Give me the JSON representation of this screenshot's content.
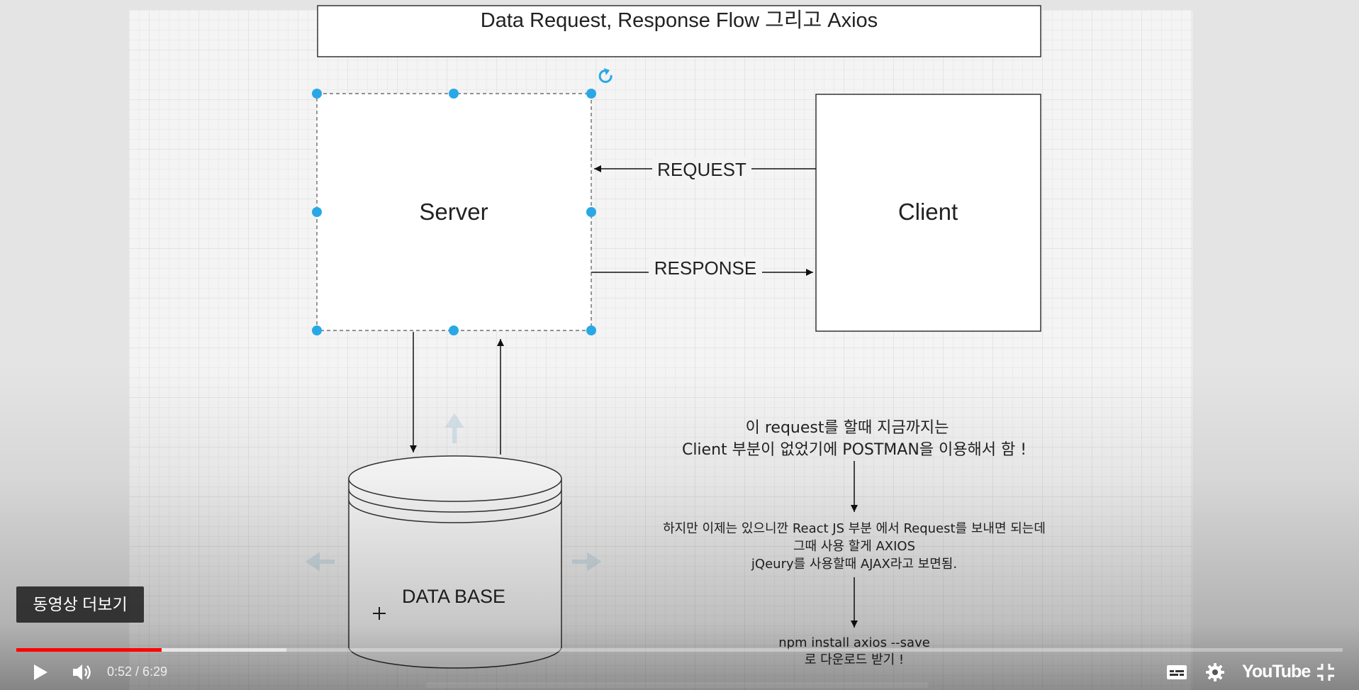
{
  "diagram": {
    "title": "Data Request, Response Flow 그리고 Axios",
    "server_label": "Server",
    "client_label": "Client",
    "request_label": "REQUEST",
    "response_label": "RESPONSE",
    "database_label": "DATA BASE",
    "note_1_line_1": "이 request를 할때 지금까지는",
    "note_1_line_2": "Client 부분이 없었기에   POSTMAN을 이용해서 함 !",
    "note_2_line_1": "하지만 이제는 있으니깐 React JS 부분 에서  Request를 보내면 되는데",
    "note_2_line_2": "그때 사용 할게  AXIOS",
    "note_2_line_3": "jQeury를 사용할때 AJAX라고 보면됨.",
    "note_3_line_1": "npm install axios --save",
    "note_3_line_2": "로  다운로드 받기 !"
  },
  "player": {
    "more_videos_label": "동영상 더보기",
    "time_display": "0:52 / 6:29",
    "progress_played_fraction": 0.1096,
    "progress_loaded_fraction": 0.2035,
    "logo_text": "YouTube"
  },
  "icons": {
    "play": "play-icon",
    "volume": "volume-icon",
    "subtitles": "subtitles-icon",
    "settings": "gear-icon",
    "exit_fullscreen": "exit-fullscreen-icon",
    "rotate": "rotate-handle-icon",
    "move": "move-cursor-icon"
  },
  "colors": {
    "progress_played": "#ff0000",
    "selection_handle": "#29a8e6",
    "canvas_background": "#f4f4f4"
  }
}
